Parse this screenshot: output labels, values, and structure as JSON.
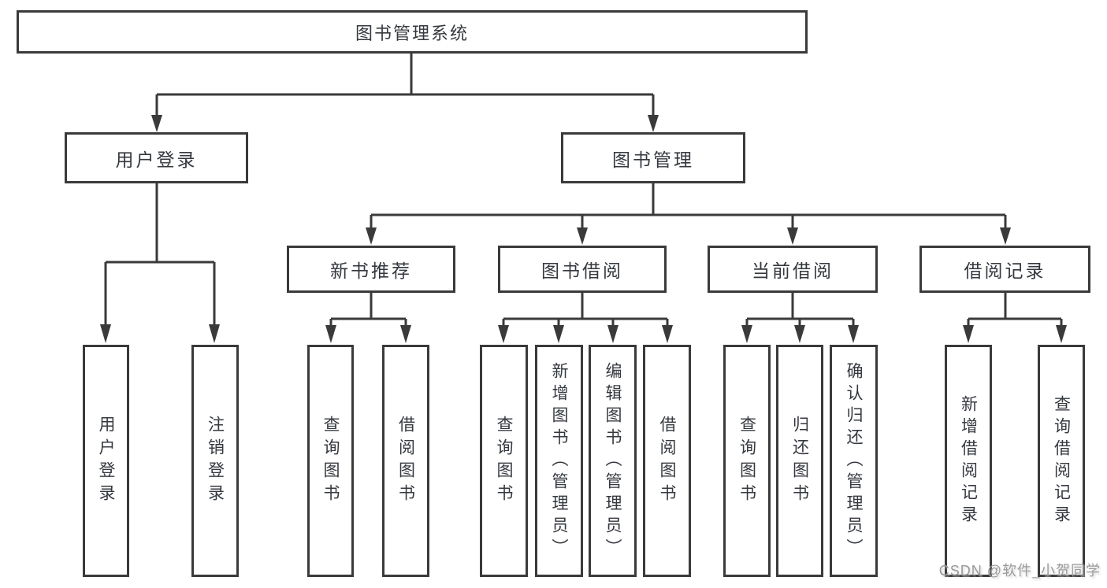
{
  "watermark": "CSDN @软件_小贺同学",
  "tree": {
    "root": {
      "label": "图书管理系统"
    },
    "branches": [
      {
        "label": "用户登录",
        "children": [
          {
            "label": "用户登录"
          },
          {
            "label": "注销登录"
          }
        ]
      },
      {
        "label": "图书管理",
        "children": [
          {
            "label": "新书推荐",
            "children": [
              {
                "label": "查询图书"
              },
              {
                "label": "借阅图书"
              }
            ]
          },
          {
            "label": "图书借阅",
            "children": [
              {
                "label": "查询图书"
              },
              {
                "label": "新增图书（管理员）"
              },
              {
                "label": "编辑图书（管理员）"
              },
              {
                "label": "借阅图书"
              }
            ]
          },
          {
            "label": "当前借阅",
            "children": [
              {
                "label": "查询图书"
              },
              {
                "label": "归还图书"
              },
              {
                "label": "确认归还（管理员）"
              }
            ]
          },
          {
            "label": "借阅记录",
            "children": [
              {
                "label": "新增借阅记录"
              },
              {
                "label": "查询借阅记录"
              }
            ]
          }
        ]
      }
    ]
  },
  "colors": {
    "line": "#3a3a3a",
    "text": "#35393f",
    "background": "#ffffff"
  }
}
